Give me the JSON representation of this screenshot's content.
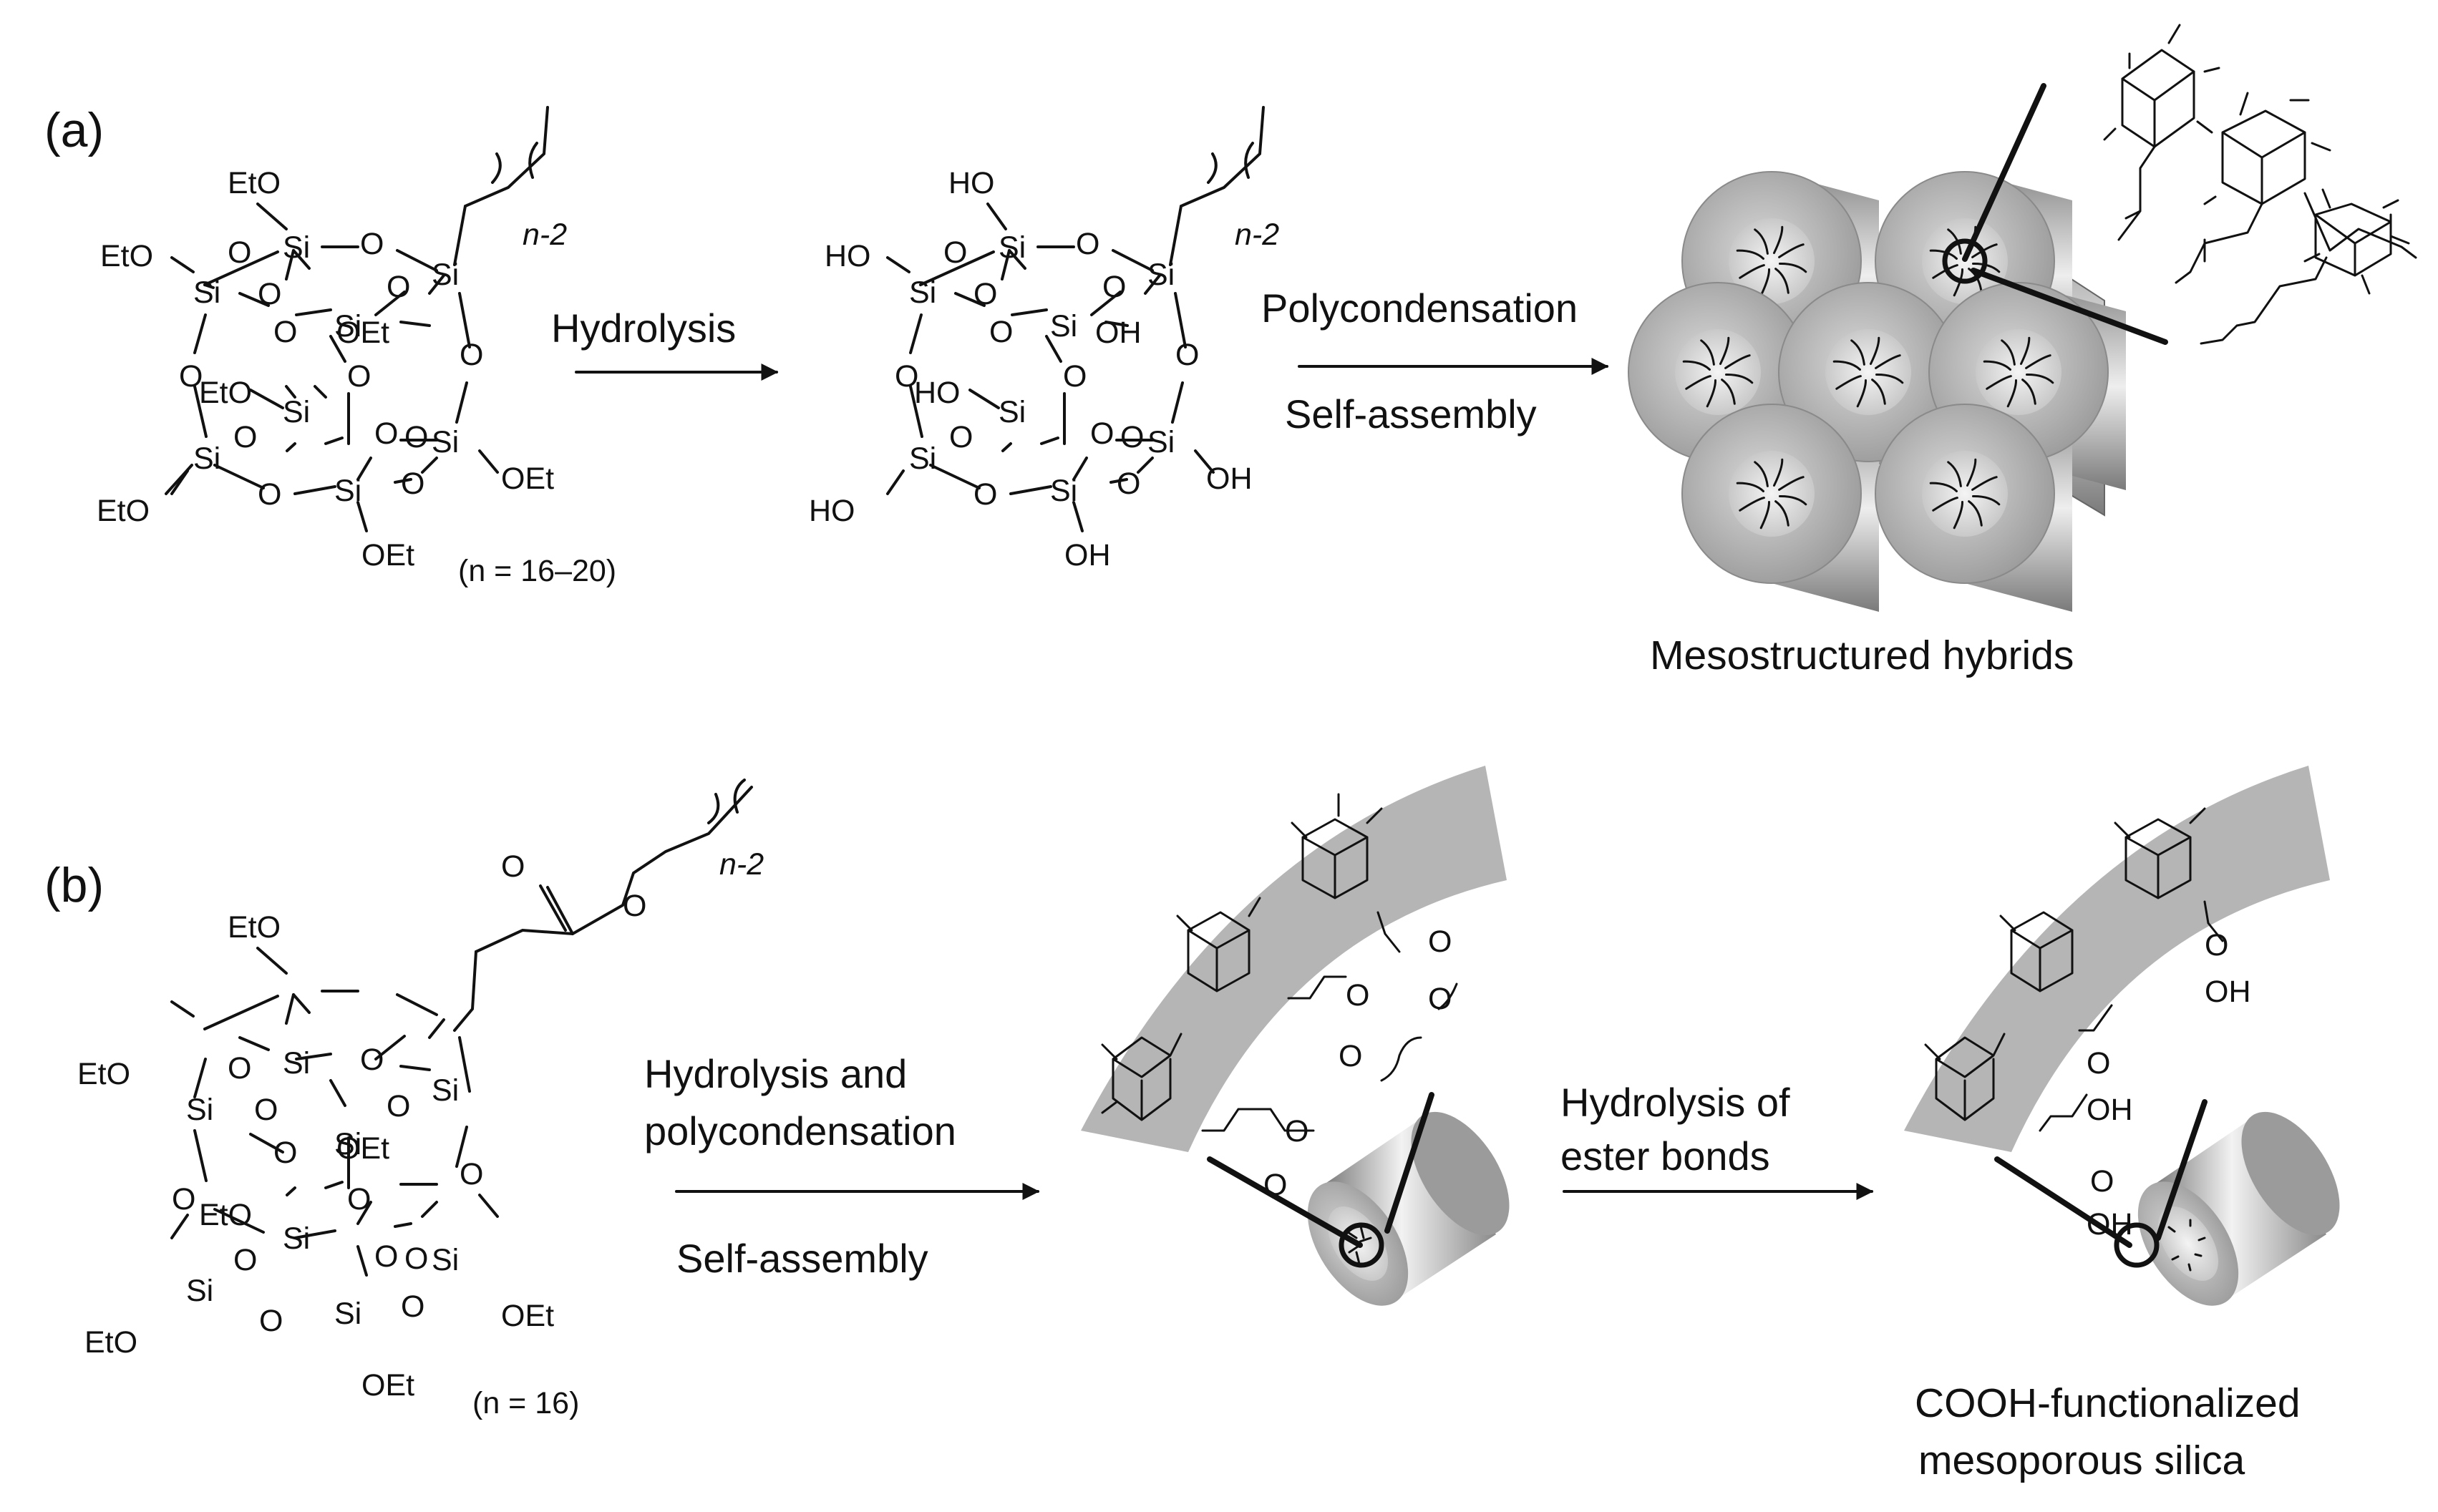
{
  "panels": {
    "a": {
      "label": "(a)",
      "precursor": {
        "ethoxy_labels": [
          "EtO",
          "EtO",
          "OEt",
          "EtO",
          "OEt",
          "EtO",
          "OEt"
        ],
        "chain_repeat": "n-2",
        "n_range": "(n = 16–20)"
      },
      "hydrolyzed": {
        "hydroxy_labels": [
          "HO",
          "HO",
          "OH",
          "HO",
          "OH",
          "HO",
          "OH"
        ],
        "chain_repeat": "n-2"
      },
      "step1": {
        "label": "Hydrolysis"
      },
      "step2": {
        "top": "Polycondensation",
        "bottom": "Self-assembly"
      },
      "product": {
        "caption": "Mesostructured hybrids"
      }
    },
    "b": {
      "label": "(b)",
      "precursor": {
        "ethoxy_labels": [
          "EtO",
          "EtO",
          "OEt",
          "EtO",
          "OEt",
          "EtO",
          "OEt"
        ],
        "ester_oxygens": [
          "O",
          "O"
        ],
        "chain_repeat": "n-2",
        "n_value": "(n = 16)"
      },
      "step1": {
        "top_line1": "Hydrolysis and",
        "top_line2": "polycondensation",
        "bottom": "Self-assembly"
      },
      "step2": {
        "top_line1": "Hydrolysis of",
        "top_line2": "ester bonds"
      },
      "intermediate": {
        "ester_oxygens": [
          "O",
          "O",
          "O",
          "O",
          "O",
          "O"
        ]
      },
      "product": {
        "acid_groups": [
          "OH",
          "OH",
          "OH"
        ],
        "acid_oxygens": [
          "O",
          "O",
          "O"
        ],
        "caption_line1": "COOH-functionalized",
        "caption_line2": "mesoporous silica"
      }
    },
    "atoms": {
      "si": "Si",
      "o": "O"
    }
  },
  "colors": {
    "tube_dark": "#7a7a7a",
    "tube_light": "#f2f2f2",
    "pore": "#dedede",
    "band": "#a8a8a8",
    "ink": "#111111"
  }
}
